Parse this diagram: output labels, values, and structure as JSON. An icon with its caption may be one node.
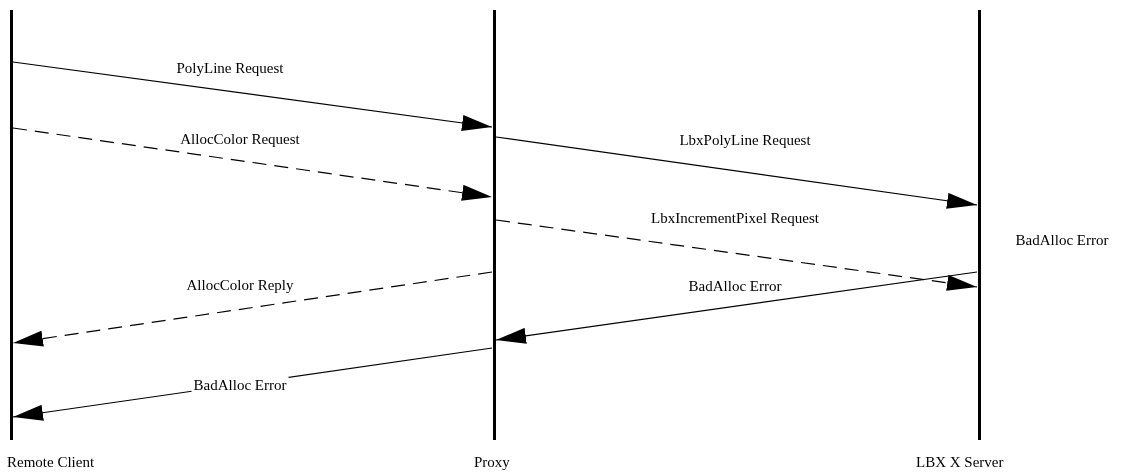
{
  "diagram": {
    "nodes": [
      {
        "text": [
          "Remote Client"
        ]
      },
      {
        "text": [
          "Proxy"
        ]
      },
      {
        "text": [
          "LBX X Server"
        ]
      }
    ],
    "edges": [
      {
        "from": 0,
        "to": 1,
        "arrow": "to",
        "label": "PolyLine Request"
      },
      {
        "from": 0,
        "to": 1,
        "arrow": "to",
        "label": "AllocColor Request",
        "style": "dashed"
      },
      {
        "from": 1,
        "to": 2,
        "arrow": "to",
        "label": "LbxPolyLine Request"
      },
      {
        "from": 1,
        "to": 2,
        "arrow": "to",
        "label": "LbxIncrementPixel Request",
        "style": "dashed"
      },
      {
        "from": 1,
        "to": 0,
        "arrow": "to",
        "label": "AllocColor Reply",
        "style": "dashed"
      },
      {
        "from": 2,
        "to": 1,
        "arrow": "to",
        "label": "BadAlloc Error"
      },
      {
        "from": 1,
        "to": 0,
        "arrow": "to",
        "label": "BadAlloc Error"
      }
    ],
    "labels": [
      "BadAlloc Error"
    ]
  }
}
